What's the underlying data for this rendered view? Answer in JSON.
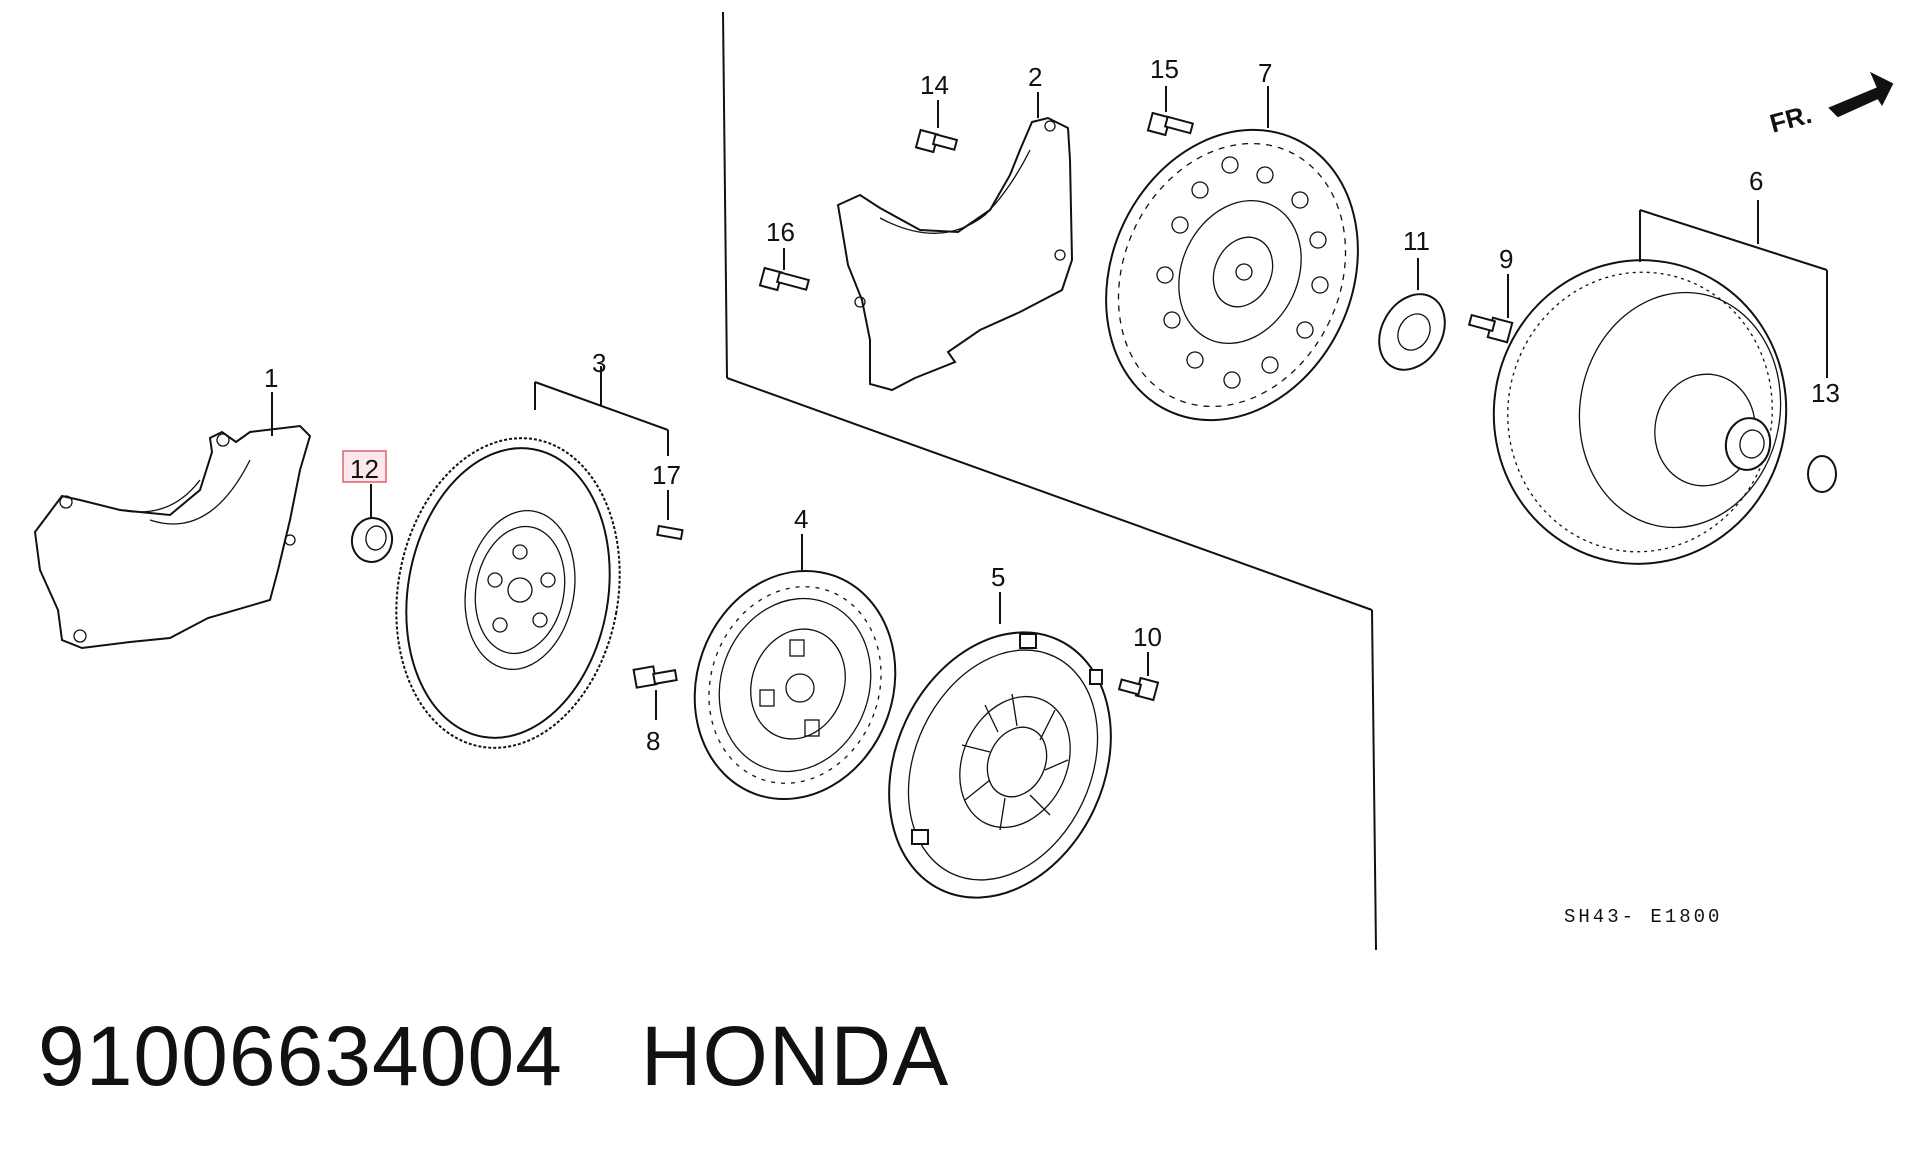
{
  "diagram": {
    "diagram_code": "SH43- E1800",
    "front_marker": "FR.",
    "highlighted_callout": "12",
    "callouts": {
      "1": "1",
      "2": "2",
      "3": "3",
      "4": "4",
      "5": "5",
      "6": "6",
      "7": "7",
      "8": "8",
      "9": "9",
      "10": "10",
      "11": "11",
      "12": "12",
      "13": "13",
      "14": "14",
      "15": "15",
      "16": "16",
      "17": "17"
    }
  },
  "caption": {
    "part_number": "91006634004",
    "brand": "HONDA"
  },
  "colors": {
    "highlight_box": "#e06070",
    "highlight_fill": "#fde9ec",
    "line": "#111111"
  }
}
